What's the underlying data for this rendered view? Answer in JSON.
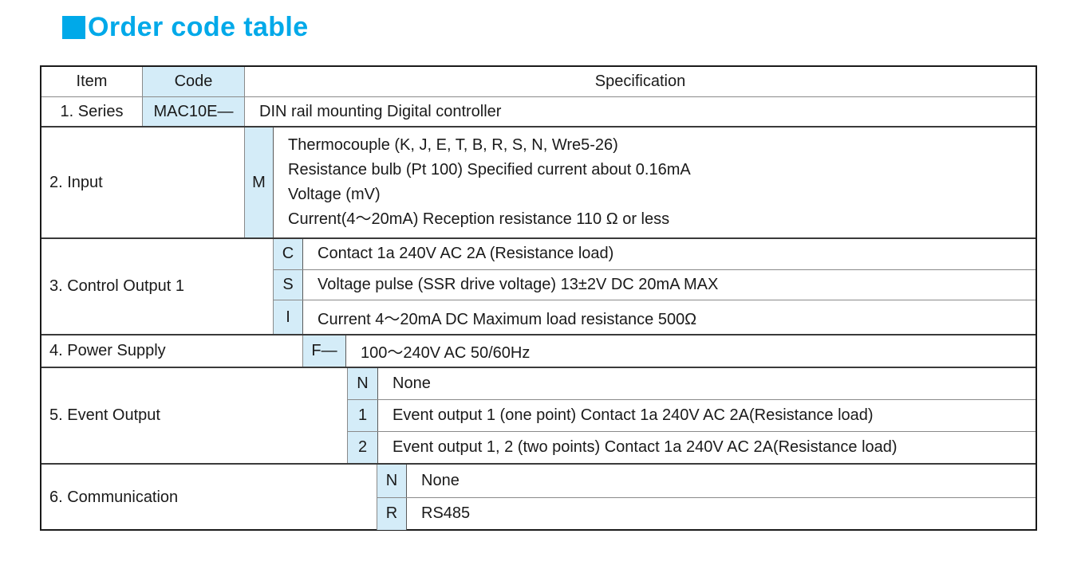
{
  "title": {
    "text": "Order code table",
    "bullet_icon": "filled-square-icon",
    "accent_color": "#00a9e9"
  },
  "table": {
    "code_cell_color": "#d4ecf8",
    "headers": {
      "item": "Item",
      "code": "Code",
      "specification": "Specification"
    },
    "sections": [
      {
        "label": "1. Series",
        "code": "MAC10E—",
        "rows": [
          {
            "code": "",
            "spec": "DIN rail mounting Digital controller"
          }
        ]
      },
      {
        "label": "2. Input",
        "code": "M",
        "lines": [
          "Thermocouple (K, J, E, T, B, R, S, N, Wre5-26)",
          "Resistance bulb (Pt 100)  Specified current  about 0.16mA",
          "Voltage (mV)",
          "Current(4～20mA) Reception resistance 110 Ω  or less"
        ]
      },
      {
        "label": "3. Control Output 1",
        "rows": [
          {
            "code": "C",
            "spec": "Contact  1a  240V  AC  2A (Resistance load)"
          },
          {
            "code": "S",
            "spec": "Voltage pulse (SSR drive voltage) 13±2V DC 20mA MAX"
          },
          {
            "code": "I",
            "spec": "Current   4～20mA  DC  Maximum load resistance  500Ω"
          }
        ]
      },
      {
        "label": "4. Power Supply",
        "rows": [
          {
            "code": "F—",
            "spec": "100～240V AC 50/60Hz"
          }
        ]
      },
      {
        "label": "5. Event Output",
        "rows": [
          {
            "code": "N",
            "spec": "None"
          },
          {
            "code": "1",
            "spec": "Event output 1 (one point)  Contact  1a  240V  AC  2A(Resistance load)"
          },
          {
            "code": "2",
            "spec": "Event output 1, 2 (two points) Contact  1a  240V  AC  2A(Resistance load)"
          }
        ]
      },
      {
        "label": "6. Communication",
        "rows": [
          {
            "code": "N",
            "spec": "None"
          },
          {
            "code": "R",
            "spec": "RS485"
          }
        ]
      }
    ]
  }
}
